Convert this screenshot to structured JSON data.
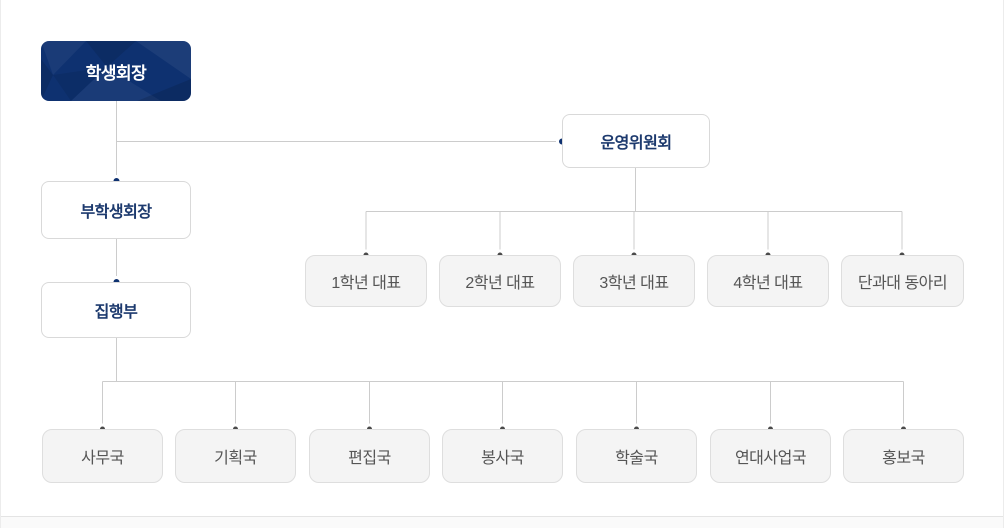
{
  "org": {
    "president": {
      "label": "학생회장"
    },
    "steering": {
      "label": "운영위원회"
    },
    "vice_president": {
      "label": "부학생회장"
    },
    "executive": {
      "label": "집행부"
    },
    "steering_children": [
      {
        "label": "1학년 대표"
      },
      {
        "label": "2학년 대표"
      },
      {
        "label": "3학년 대표"
      },
      {
        "label": "4학년 대표"
      },
      {
        "label": "단과대 동아리"
      }
    ],
    "executive_children": [
      {
        "label": "사무국"
      },
      {
        "label": "기획국"
      },
      {
        "label": "편집국"
      },
      {
        "label": "봉사국"
      },
      {
        "label": "학술국"
      },
      {
        "label": "연대사업국"
      },
      {
        "label": "홍보국"
      }
    ]
  },
  "colors": {
    "primary_navy": "#0e3170",
    "navy_text": "#1d3a6e",
    "connector_line": "#cccccc",
    "gray_box_bg": "#f4f4f4",
    "gray_box_border": "#dedede",
    "gray_text": "#555555",
    "gray_dot": "#4a4a4a",
    "white_box_border": "#d9d9d9"
  }
}
